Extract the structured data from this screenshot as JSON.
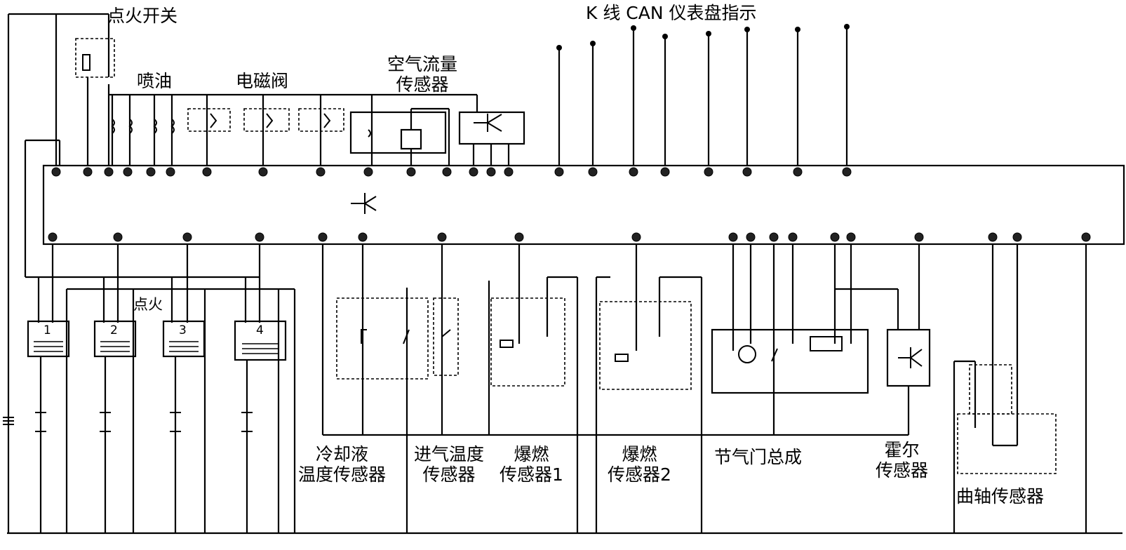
{
  "labels": {
    "ignition_switch": "点火开关",
    "k_line": "K 线 CAN 仪表盘指示",
    "injection": "喷油",
    "solenoid_valve": "电磁阀",
    "air_flow_sensor": "空气流量\n传感器",
    "ignition": "点火",
    "coolant_temp_sensor": "冷却液\n温度传感器",
    "intake_temp_sensor": "进气温度\n传感器",
    "knock_sensor_1": "爆燃\n传感器1",
    "knock_sensor_2": "爆燃\n传感器2",
    "throttle_body": "节气门总成",
    "hall_sensor": "霍尔\n传感器",
    "crank_sensor": "曲轴传感器"
  },
  "coil_numbers": [
    "1",
    "2",
    "3",
    "4"
  ]
}
